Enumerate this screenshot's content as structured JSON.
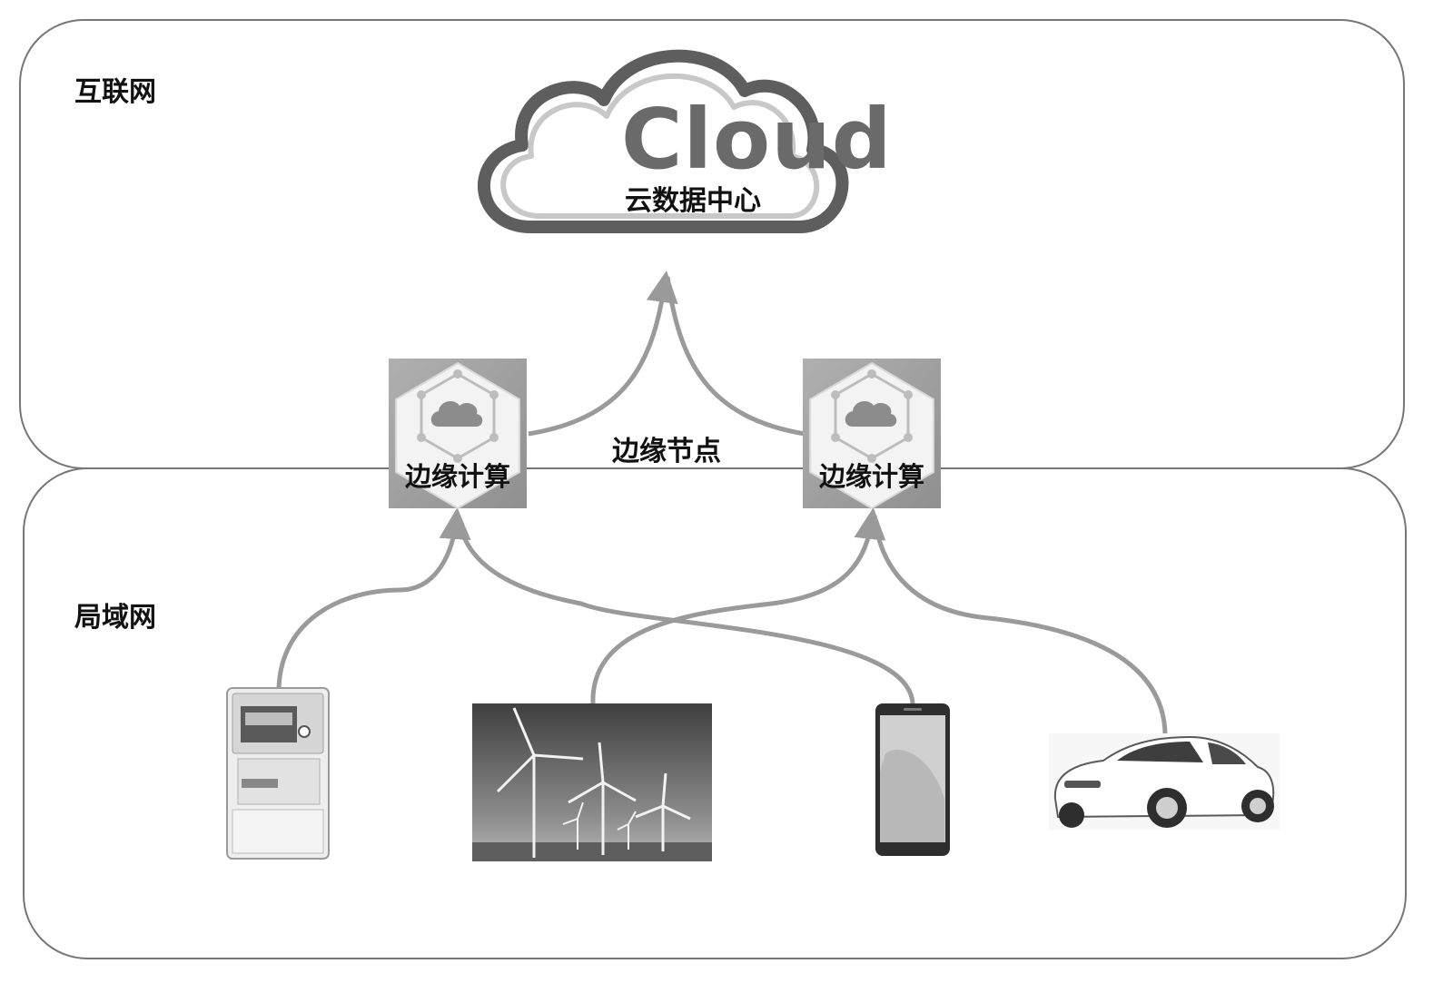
{
  "zones": {
    "internet_label": "互联网",
    "lan_label": "局域网"
  },
  "cloud": {
    "word": "Cloud",
    "subtitle": "云数据中心"
  },
  "edge": {
    "caption": "边缘节点",
    "nodes": [
      {
        "label": "边缘计算",
        "icon": "edge-computing-hexagon-icon"
      },
      {
        "label": "边缘计算",
        "icon": "edge-computing-hexagon-icon"
      }
    ]
  },
  "devices": [
    {
      "icon": "electricity-meter-icon"
    },
    {
      "icon": "wind-turbines-photo-icon"
    },
    {
      "icon": "smartphone-icon"
    },
    {
      "icon": "car-icon"
    }
  ],
  "colors": {
    "connector": "#9a9a9a",
    "zone_border": "#777777",
    "icon_tile": "#9c9c9c",
    "cloud_outline": "#5e5e5e"
  }
}
